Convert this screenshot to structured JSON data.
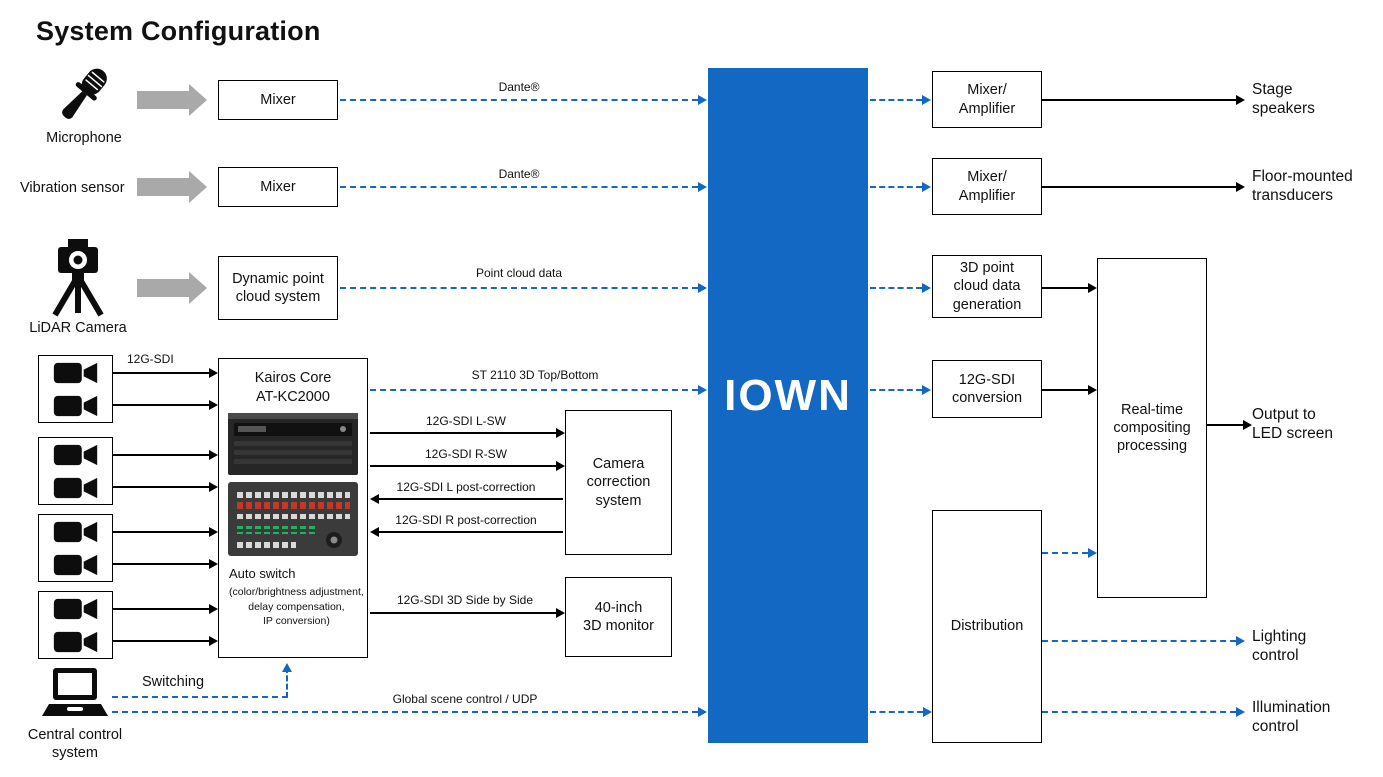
{
  "title": "System Configuration",
  "colors": {
    "accent_blue": "#1268c2",
    "gray_arrow": "#a9a9a9"
  },
  "center": {
    "label": "IOWN"
  },
  "inputs": {
    "microphone": "Microphone",
    "vibration_sensor": "Vibration sensor",
    "lidar_camera": "LiDAR Camera",
    "central_control": "Central control\nsystem"
  },
  "left_boxes": {
    "mixer_top": "Mixer",
    "mixer_bottom": "Mixer",
    "dynamic_point_cloud": "Dynamic point\ncloud system",
    "kairos_title": "Kairos Core\nAT-KC2000",
    "auto_switch": "Auto switch",
    "auto_switch_note": "(color/brightness adjustment,\ndelay compensation,\nIP conversion)",
    "camera_correction": "Camera\ncorrection\nsystem",
    "monitor_3d": "40-inch\n3D monitor"
  },
  "right_boxes": {
    "mixer_amp_top": "Mixer/\nAmplifier",
    "mixer_amp_bottom": "Mixer/\nAmplifier",
    "point_cloud_generation": "3D point\ncloud data\ngeneration",
    "sdi_conversion": "12G-SDI\nconversion",
    "realtime_compositing": "Real-time\ncompositing\nprocessing",
    "distribution": "Distribution"
  },
  "outputs": {
    "stage_speakers": "Stage\nspeakers",
    "floor_transducers": "Floor-mounted\ntransducers",
    "led_screen": "Output to\nLED screen",
    "lighting_control": "Lighting\ncontrol",
    "illumination_control": "Illumination\ncontrol"
  },
  "connections": {
    "dante_top": "Dante®",
    "dante_bottom": "Dante®",
    "point_cloud_data": "Point cloud data",
    "sdi_input": "12G-SDI",
    "st2110": "ST 2110 3D Top/Bottom",
    "sdi_l_sw": "12G-SDI L-SW",
    "sdi_r_sw": "12G-SDI R-SW",
    "sdi_l_post": "12G-SDI L post-correction",
    "sdi_r_post": "12G-SDI R post-correction",
    "sdi_3d_sbs": "12G-SDI 3D Side by Side",
    "switching": "Switching",
    "global_scene": "Global scene control / UDP"
  }
}
